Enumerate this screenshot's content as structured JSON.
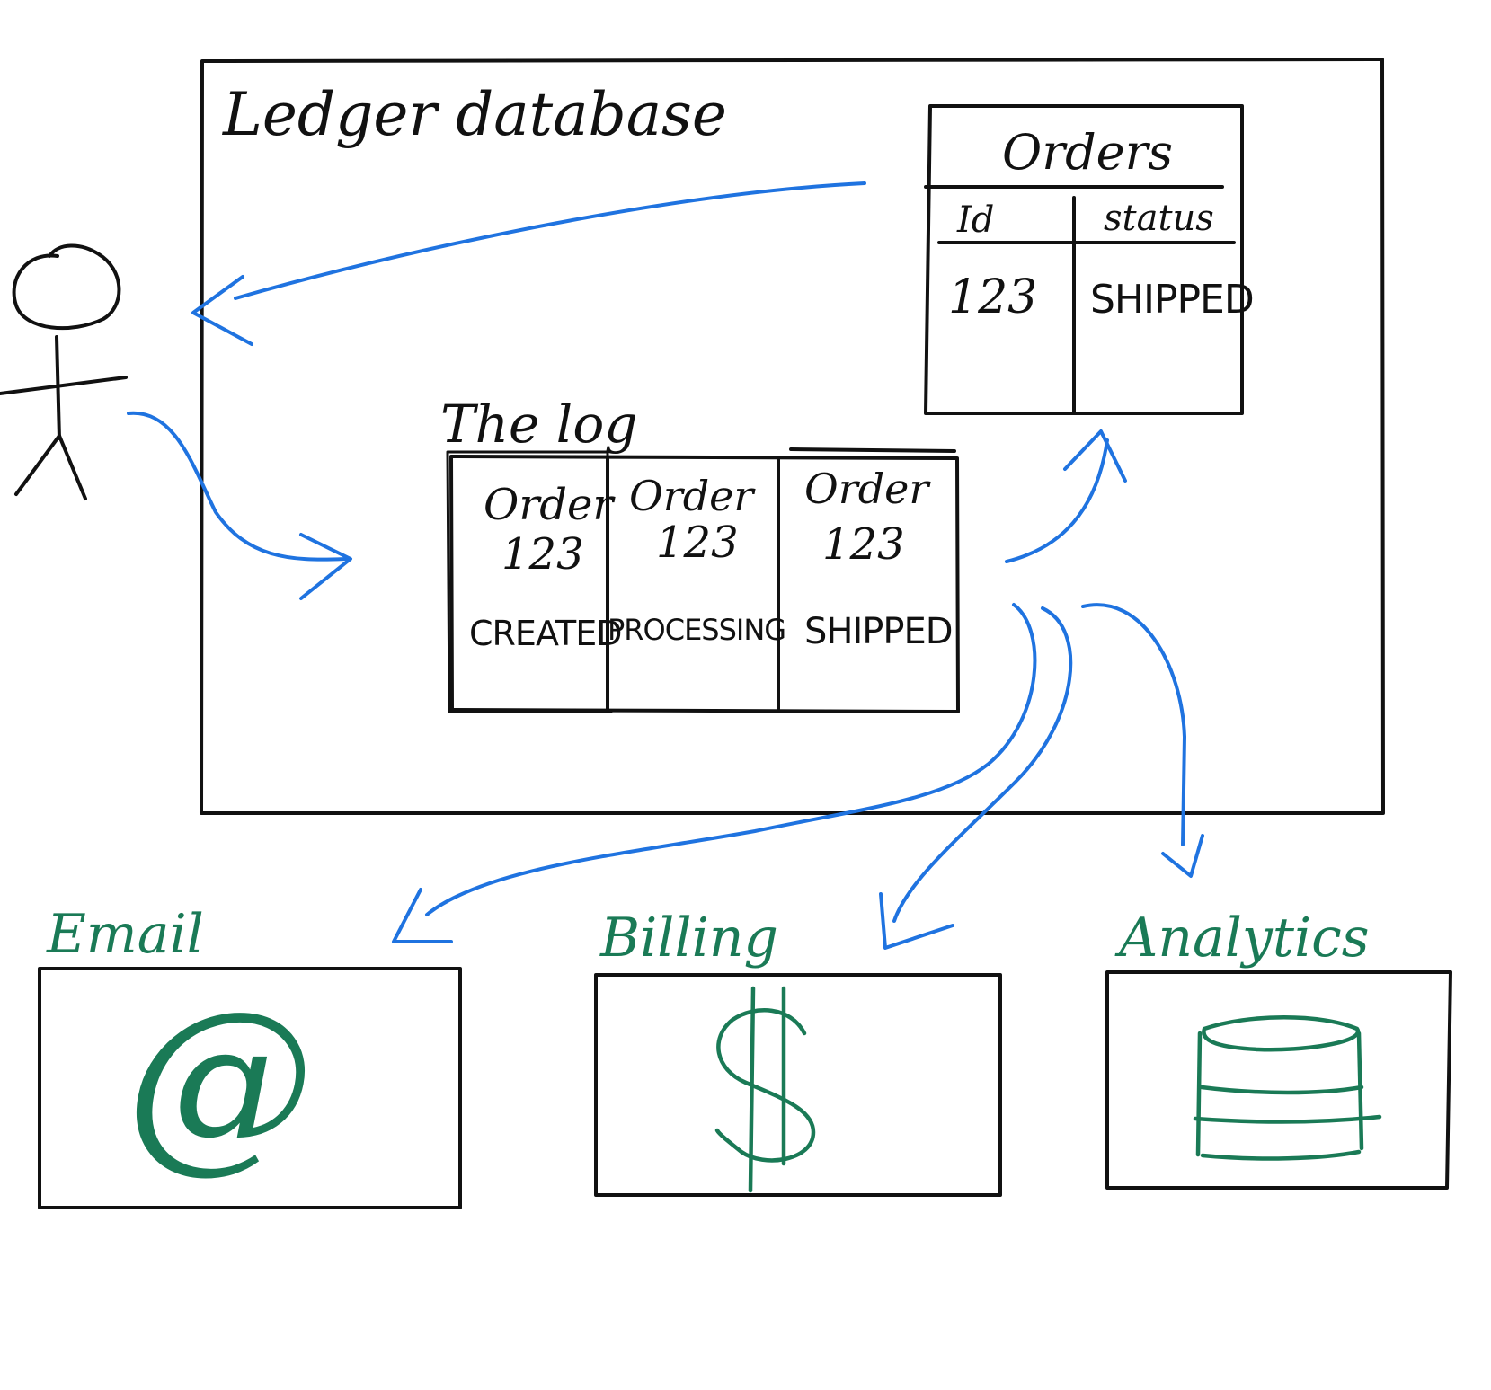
{
  "colors": {
    "ink": "#111111",
    "arrow_blue": "#1f73e0",
    "consumer_green": "#1a7a56"
  },
  "ledger": {
    "title": "Ledger database"
  },
  "orders_table": {
    "title": "Orders",
    "columns": [
      "Id",
      "status"
    ],
    "rows": [
      {
        "id": "123",
        "status": "SHIPPED"
      }
    ]
  },
  "log": {
    "title": "The log",
    "entries": [
      {
        "line1": "Order",
        "line2": "123",
        "status": "CREATED"
      },
      {
        "line1": "Order",
        "line2": "123",
        "status": "PROCESSING"
      },
      {
        "line1": "Order",
        "line2": "123",
        "status": "SHIPPED"
      }
    ]
  },
  "consumers": [
    {
      "label": "Email",
      "icon": "at-sign-icon",
      "glyph": "@"
    },
    {
      "label": "Billing",
      "icon": "dollar-sign-icon",
      "glyph": "$"
    },
    {
      "label": "Analytics",
      "icon": "database-icon"
    }
  ],
  "actor": {
    "icon": "stick-figure-icon"
  }
}
